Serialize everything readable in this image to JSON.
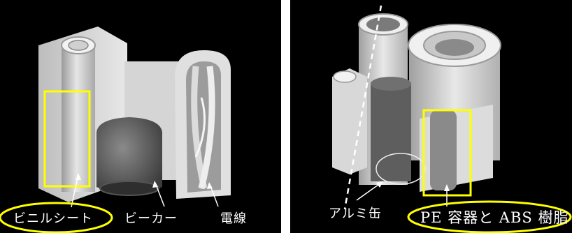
{
  "left_panel": {
    "labels": {
      "vinyl_sheet": "ビニルシート",
      "beaker": "ビーカー",
      "wire": "電線"
    }
  },
  "right_panel": {
    "labels": {
      "aluminum_can": "アルミ缶",
      "pe_abs": "PE 容器と ABS 樹脂"
    }
  },
  "colors": {
    "highlight_box": "#ffff00",
    "highlight_ellipse": "#ffff00",
    "background": "#000000",
    "object_light": "#dcdcdc",
    "object_dark": "#6e6e6e"
  }
}
